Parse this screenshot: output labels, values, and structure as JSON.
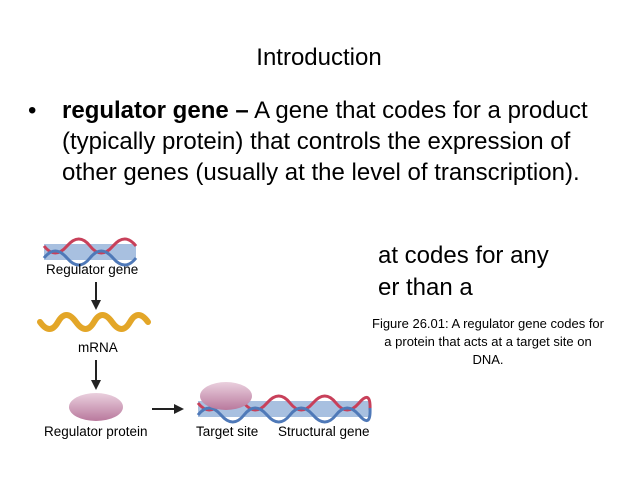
{
  "slide": {
    "title": "Introduction",
    "bullet": {
      "term": "regulator gene –",
      "definition": " A gene that codes for a product (typically protein) that controls the expression of other genes (usually at the level of transcription)."
    },
    "partial_lines": [
      "at codes for any",
      "er than a"
    ]
  },
  "figure": {
    "labels": {
      "regulator_gene": "Regulator gene",
      "mrna": "mRNA",
      "regulator_protein": "Regulator protein",
      "target_site": "Target site",
      "structural_gene": "Structural gene"
    },
    "caption": "Figure 26.01: A regulator gene codes for a protein that acts at a target site on DNA.",
    "colors": {
      "dna_blue": "#4f79b8",
      "dna_red": "#c8405a",
      "dna_light": "#a8c0e0",
      "mrna": "#e3a628",
      "protein": "#cf9ab8",
      "arrow": "#222222"
    }
  }
}
